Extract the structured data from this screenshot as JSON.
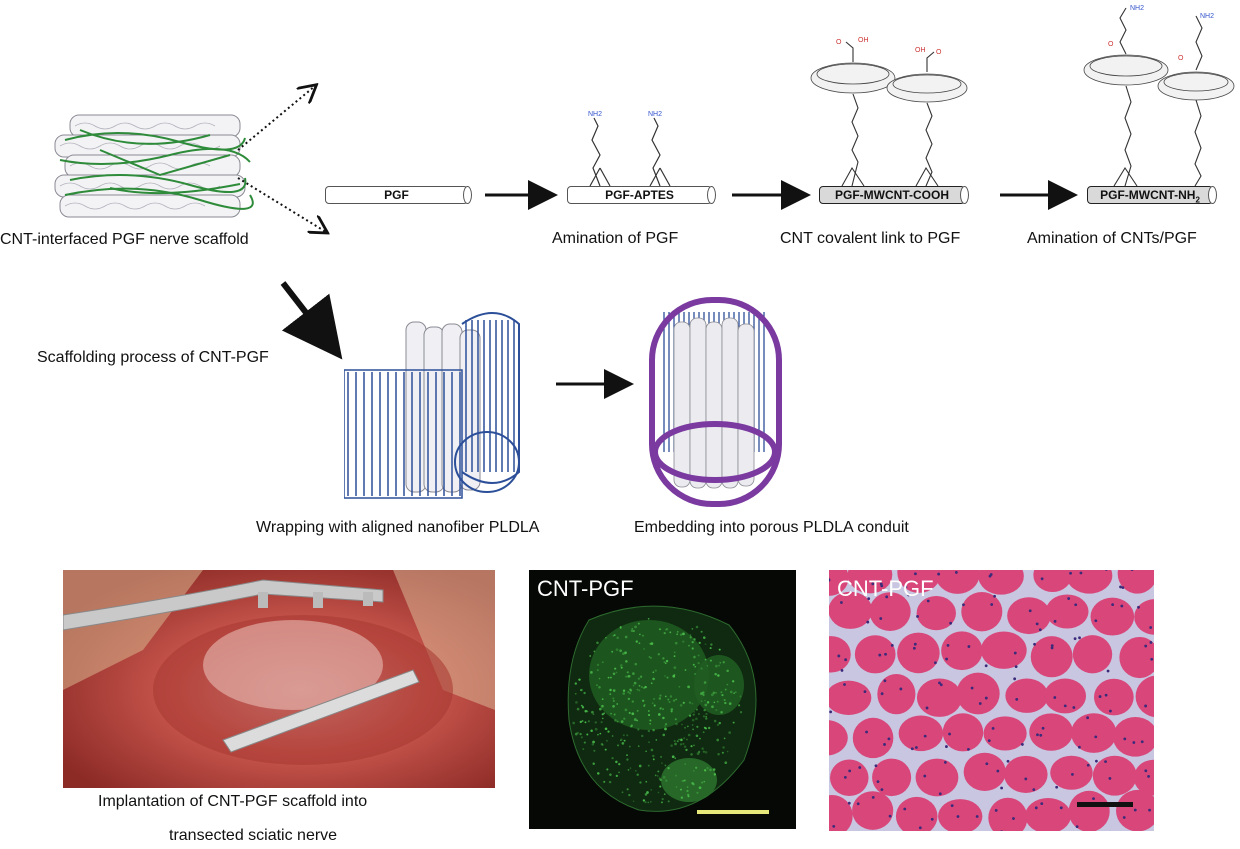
{
  "top": {
    "scaffold_caption": "CNT-interfaced PGF nerve scaffold",
    "rod_pgf": "PGF",
    "rod_aptes": "PGF-APTES",
    "rod_cooh": "PGF-MWCNT-COOH",
    "rod_nh2": "PGF-MWCNT-NH",
    "rod_nh2_sub": "2",
    "step1_caption": "Amination of PGF",
    "step2_caption": "CNT covalent link to PGF",
    "step3_caption": "Amination of CNTs/PGF"
  },
  "middle": {
    "process_caption": "Scaffolding process of CNT-PGF",
    "wrap_caption": "Wrapping with aligned nanofiber PLDLA",
    "embed_caption": "Embedding into porous PLDLA conduit"
  },
  "bottom": {
    "implant_caption_line1": "Implantation of CNT-PGF scaffold into",
    "implant_caption_line2": "transected sciatic nerve",
    "fluor_label": "CNT-PGF",
    "histo_label": "CNT-PGF"
  },
  "colors": {
    "fiber_green": "#2e8b3a",
    "nanofiber_blue": "#2c4f99",
    "conduit_purple": "#7a3aa0",
    "scale_bar_yellow": "#e6e87a",
    "muscle_pink": "#d8467a",
    "stroma_lilac": "#c8c6e0"
  }
}
